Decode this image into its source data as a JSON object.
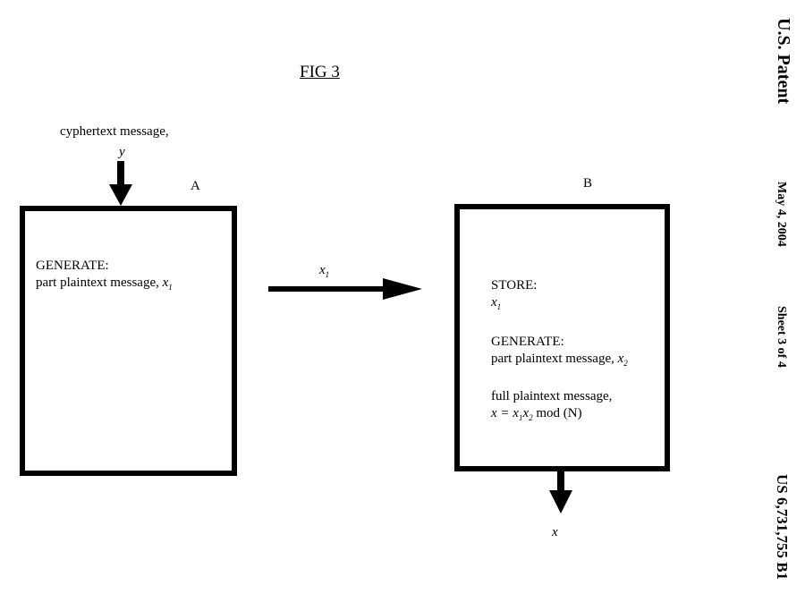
{
  "figure_title": "FIG 3",
  "input": {
    "label": "cyphertext message,",
    "var": "y"
  },
  "box_a": {
    "label": "A",
    "heading": "GENERATE:",
    "line": "part plaintext message,",
    "var": "x",
    "sub": "1"
  },
  "transfer": {
    "var": "x",
    "sub": "1"
  },
  "box_b": {
    "label": "B",
    "store_heading": "STORE:",
    "store_var": "x",
    "store_sub": "1",
    "gen_heading": "GENERATE:",
    "gen_line": "part plaintext message,",
    "gen_var": "x",
    "gen_sub": "2",
    "full_line": "full plaintext message,",
    "formula_lhs": "x = ",
    "formula_v1": "x",
    "formula_s1": "1",
    "formula_v2": "x",
    "formula_s2": "2",
    "formula_rest": " mod (N)"
  },
  "output": {
    "var": "x"
  },
  "header": {
    "office": "U.S. Patent",
    "date": "May 4, 2004",
    "sheet": "Sheet 3 of 4",
    "number": "US 6,731,755 B1"
  }
}
